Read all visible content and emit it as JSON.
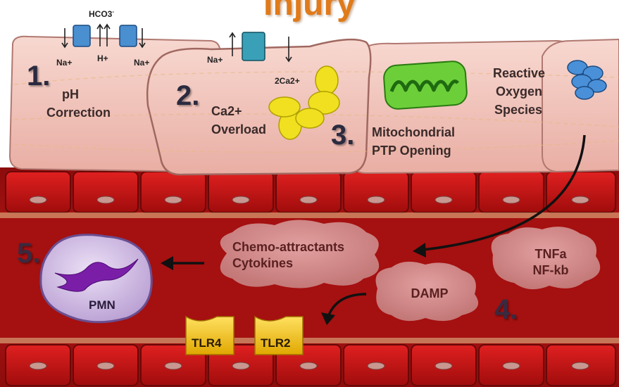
{
  "title": "Injury",
  "steps": {
    "s1": {
      "num": "1.",
      "line1": "pH",
      "line2": "Correction"
    },
    "s2": {
      "num": "2.",
      "line1": "Ca2+",
      "line2": "Overload"
    },
    "s3": {
      "num": "3.",
      "line1": "Mitochondrial",
      "line2": "PTP Opening"
    },
    "s4": {
      "num": "4."
    },
    "s5": {
      "num": "5."
    },
    "ros": {
      "line1": "Reactive",
      "line2": "Oxygen",
      "line3": "Species"
    }
  },
  "ions": {
    "hco3": "HCO3",
    "hco3_sup": "-",
    "na_left": "Na+",
    "h_plus": "H+",
    "na_right": "Na+",
    "na_ca": "Na+",
    "two_ca": "2Ca2+"
  },
  "clouds": {
    "chemo_line1": "Chemo-attractants",
    "chemo_line2": "Cytokines",
    "tnf_line1": "TNFa",
    "tnf_line2": "NF-kb",
    "damp": "DAMP"
  },
  "receptors": {
    "tlr4": "TLR4",
    "tlr2": "TLR2"
  },
  "cell": {
    "pmn": "PMN"
  },
  "colors": {
    "title": "#e07a1a",
    "tissue": "#f2c4bc",
    "endothelium": "#c81818",
    "lumen": "#9c1010",
    "transporter": "#4a8fd0",
    "exchanger": "#3aa0b8",
    "calcium": "#f0e020",
    "mitochondria": "#6ccf3a",
    "ros": "#4a90d8",
    "cloud": "#d08888",
    "pmn": "#c8b0e0",
    "tlr": "#f0c020"
  }
}
